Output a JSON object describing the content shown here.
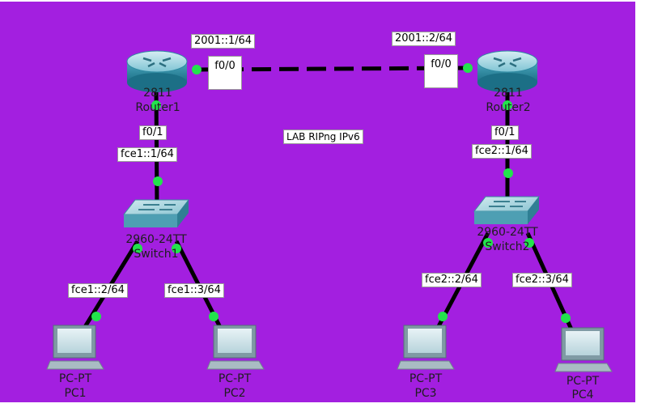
{
  "colors": {
    "background": "#a31fe0",
    "cable": "#000000",
    "link_light": "#22e34c",
    "router": "#3f9db6",
    "switch": "#5aa5b6",
    "pc": "#8aa0a9"
  },
  "title": "LAB RIPng IPv6",
  "routers": [
    {
      "model": "2811",
      "name": "Router1",
      "icon": "router-icon"
    },
    {
      "model": "2811",
      "name": "Router2",
      "icon": "router-icon"
    }
  ],
  "switches": [
    {
      "model": "2960-24TT",
      "name": "Switch1",
      "icon": "switch-icon"
    },
    {
      "model": "2960-24TT",
      "name": "Switch2",
      "icon": "switch-icon"
    }
  ],
  "pcs": [
    {
      "model": "PC-PT",
      "name": "PC1",
      "icon": "pc-icon"
    },
    {
      "model": "PC-PT",
      "name": "PC2",
      "icon": "pc-icon"
    },
    {
      "model": "PC-PT",
      "name": "PC3",
      "icon": "pc-icon"
    },
    {
      "model": "PC-PT",
      "name": "PC4",
      "icon": "pc-icon"
    }
  ],
  "wan": {
    "r1_addr": "2001::1/64",
    "r2_addr": "2001::2/64",
    "r1_port": "f0/0",
    "r2_port": "f0/0"
  },
  "lan1": {
    "router_port": "f0/1",
    "gateway": "fce1::1/64",
    "pc1_addr": "fce1::2/64",
    "pc2_addr": "fce1::3/64"
  },
  "lan2": {
    "router_port": "f0/1",
    "gateway": "fce2::1/64",
    "pc3_addr": "fce2::2/64",
    "pc4_addr": "fce2::3/64"
  }
}
